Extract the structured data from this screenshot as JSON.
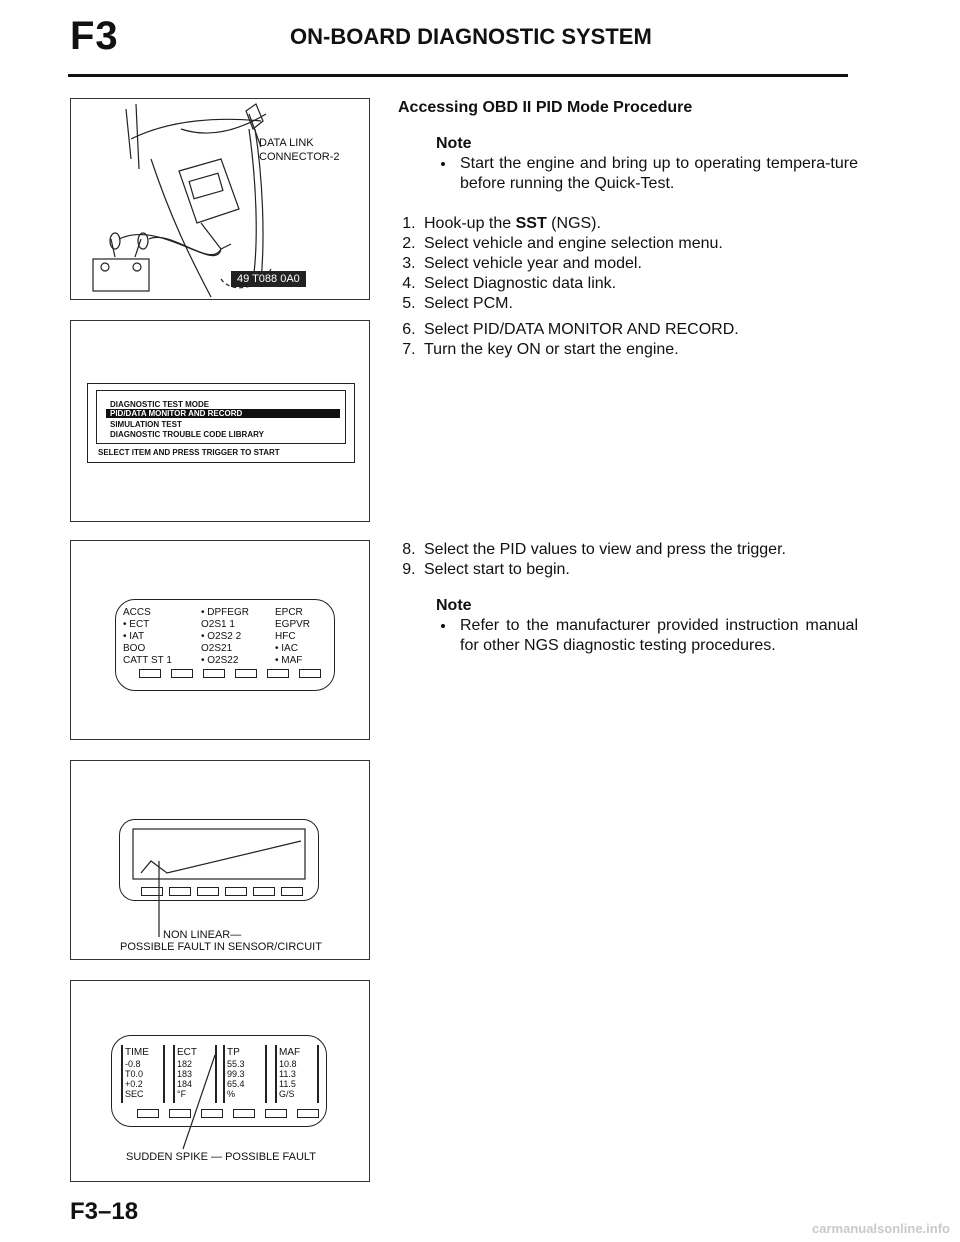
{
  "header": {
    "section_code": "F3",
    "title": "ON-BOARD DIAGNOSTIC SYSTEM"
  },
  "figure1": {
    "connector_label_line1": "DATA LINK",
    "connector_label_line2": "CONNECTOR-2",
    "tool_code": "49 T088 0A0"
  },
  "figure2": {
    "menu_items": [
      "DIAGNOSTIC TEST MODE",
      "PID/DATA MONITOR AND RECORD",
      "SIMULATION TEST",
      "DIAGNOSTIC TROUBLE CODE LIBRARY"
    ],
    "footer": "SELECT ITEM AND PRESS TRIGGER TO START"
  },
  "figure3": {
    "rows": [
      [
        " ACCS",
        "• DPFEGR",
        "EPCR"
      ],
      [
        "• ECT",
        "O2S1 1",
        "EGPVR"
      ],
      [
        "• IAT",
        "• O2S2 2",
        "HFC"
      ],
      [
        " BOO",
        "O2S21",
        "• IAC"
      ],
      [
        " CATT ST 1",
        "• O2S22",
        "• MAF"
      ]
    ]
  },
  "figure4": {
    "caption_line1": "NON LINEAR—",
    "caption_line2": "POSSIBLE FAULT IN SENSOR/CIRCUIT"
  },
  "figure5": {
    "columns": [
      {
        "header": "TIME",
        "values": [
          "-0.8",
          "T0.0",
          "+0.2",
          "SEC"
        ]
      },
      {
        "header": "ECT",
        "values": [
          "182",
          "183",
          "184",
          "°F"
        ]
      },
      {
        "header": "TP",
        "values": [
          "55.3",
          "99.3",
          "65.4",
          "%"
        ]
      },
      {
        "header": "MAF",
        "values": [
          "10.8",
          "11.3",
          "11.5",
          "G/S"
        ]
      }
    ],
    "caption": "SUDDEN SPIKE — POSSIBLE FAULT"
  },
  "procedure": {
    "title": "Accessing OBD II PID Mode Procedure",
    "note1_title": "Note",
    "note1_text": "Start the engine and bring up to operating tempera-ture before running the Quick-Test.",
    "step1_prefix": "Hook-up the ",
    "step1_bold": "SST",
    "step1_suffix": " (NGS).",
    "step2": "Select vehicle and engine selection menu.",
    "step3": "Select vehicle year and model.",
    "step4": "Select Diagnostic data link.",
    "step5": "Select PCM.",
    "step6": "Select PID/DATA MONITOR AND RECORD.",
    "step7": "Turn the key ON or start the engine.",
    "step8": "Select the PID values to view and press the trigger.",
    "step9": "Select start to begin.",
    "note2_title": "Note",
    "note2_text": "Refer to the manufacturer provided instruction manual for other NGS diagnostic testing procedures."
  },
  "footer": {
    "page_number": "F3–18",
    "watermark": "carmanualsonline.info"
  }
}
